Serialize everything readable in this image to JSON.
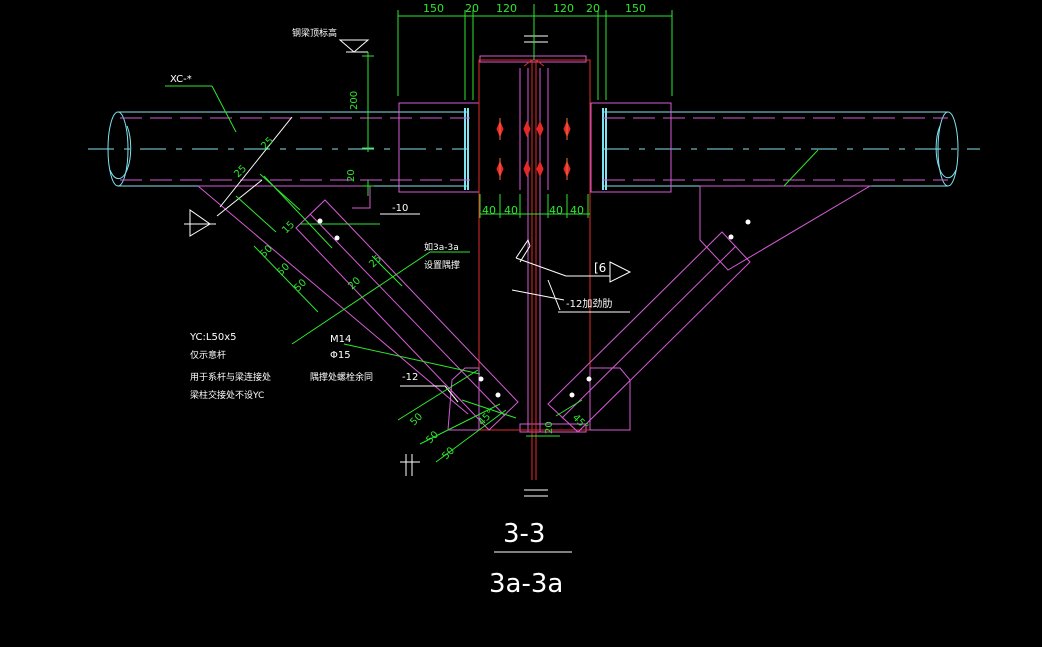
{
  "colors": {
    "background": "#000000",
    "cyan": "#7fe3f0",
    "green": "#2ee62e",
    "red": "#e22a2a",
    "magenta": "#d65cd6",
    "white": "#ffffff"
  },
  "dimensions": {
    "top": [
      "150",
      "20",
      "120",
      "120",
      "20",
      "150"
    ],
    "height_200": "200",
    "height_20": "20",
    "bolt_spacing": [
      "40",
      "40",
      "40",
      "40"
    ],
    "left_brace": [
      "25",
      "25",
      "15",
      "50",
      "50",
      "50",
      "25",
      "20"
    ],
    "lower_left": [
      "50",
      "50",
      "50",
      "45°"
    ],
    "lower_right": [
      "45°"
    ],
    "bottom_20": "20"
  },
  "labels": {
    "top_elevation": "钢梁顶标高",
    "xc": "XC-*",
    "plate_10": "-10",
    "ref_3a": "如3a-3a",
    "ref_3a_sub": "设置隅撑",
    "channel": "[6",
    "stiffener": "-12加劲肋",
    "yc_title": "YC:L50x5",
    "yc_line1": "仅示意杆",
    "yc_line2": "用于系杆与梁连接处",
    "yc_line3": "梁柱交接处不设YC",
    "bolt_m14": "M14",
    "bolt_hole": "Φ15",
    "bolt_note": "隅撑处螺栓余同",
    "plate_12": "-12"
  },
  "title": {
    "main": "3-3",
    "sub": "3a-3a"
  }
}
